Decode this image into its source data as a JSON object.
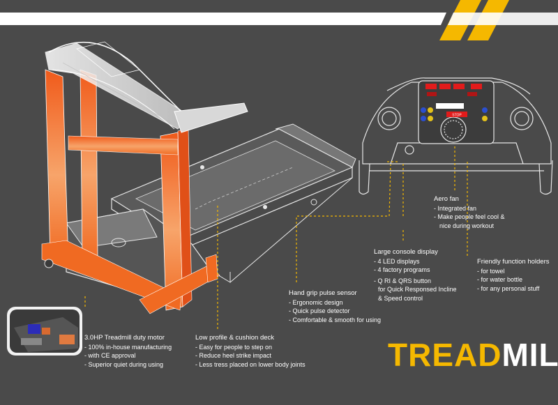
{
  "title": {
    "part1": "TREAD",
    "part2": "MILL"
  },
  "colors": {
    "background": "#4a4a4a",
    "accent": "#f5b800",
    "frame_orange": "#f06a22",
    "line": "#e8e8e8"
  },
  "callouts": {
    "aero_fan": {
      "title": "Aero fan",
      "items": [
        "- Integrated fan",
        "- Make people feel cool &",
        "  nice during workout"
      ]
    },
    "console": {
      "title": "Large console display",
      "items": [
        "- 4 LED displays",
        "- 4 factory programs",
        "- Q RI & QRS button",
        "  for Quick Responsed Incline",
        "  & Speed control"
      ]
    },
    "holders": {
      "title": "Friendly function holders",
      "items": [
        "- for towel",
        "- for water bottle",
        "- for any personal stuff"
      ]
    },
    "pulse": {
      "title": "Hand grip pulse sensor",
      "items": [
        "- Ergonomic design",
        "- Quick pulse detector",
        "- Comfortable & smooth for using"
      ]
    },
    "motor": {
      "title": "3.0HP Treadmill duty motor",
      "items": [
        "- 100% in-house manufacturing",
        "- with CE approval",
        "- Superior quiet during using"
      ]
    },
    "deck": {
      "title": "Low profile & cushion deck",
      "items": [
        "- Easy for people to step on",
        "- Reduce heel strike impact",
        "- Less tress placed on lower body joints"
      ]
    }
  },
  "console_panel": {
    "button_label": "STOP"
  }
}
